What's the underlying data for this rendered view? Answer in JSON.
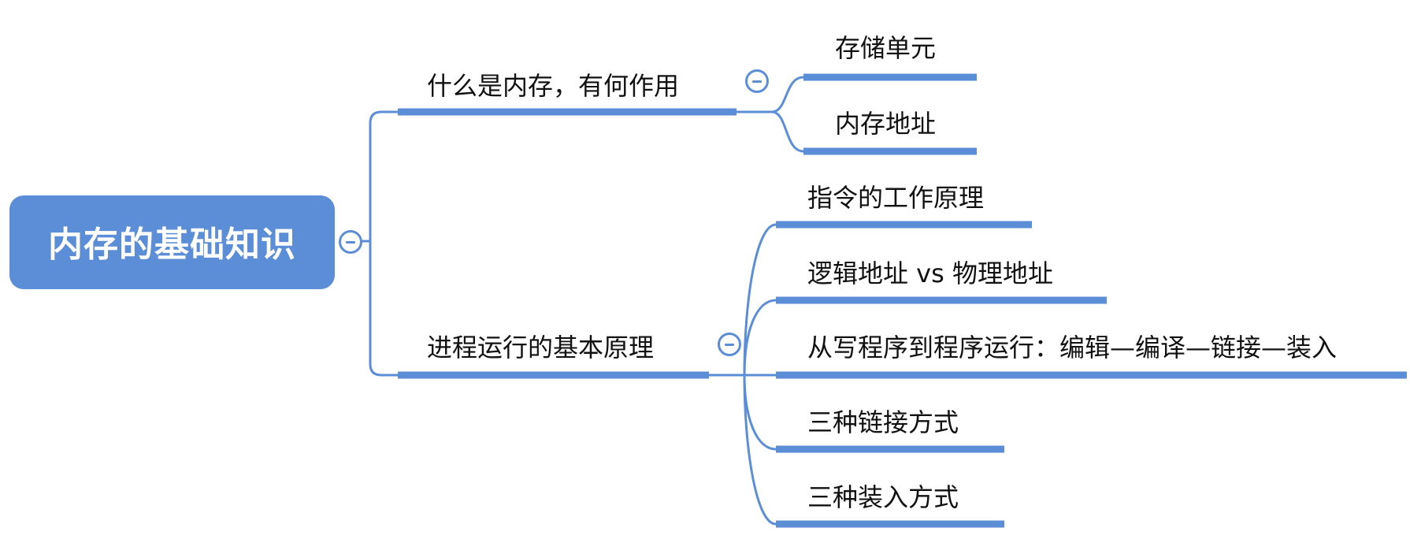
{
  "root": {
    "label": "内存的基础知识"
  },
  "branches": [
    {
      "label": "什么是内存，有何作用",
      "children": [
        {
          "label": "存储单元"
        },
        {
          "label": "内存地址"
        }
      ]
    },
    {
      "label": "进程运行的基本原理",
      "children": [
        {
          "label": "指令的工作原理"
        },
        {
          "label": "逻辑地址 vs 物理地址"
        },
        {
          "label": "从写程序到程序运行：编辑—编译—链接—装入"
        },
        {
          "label": "三种链接方式"
        },
        {
          "label": "三种装入方式"
        }
      ]
    }
  ],
  "colors": {
    "line": "#5b8ed6",
    "root_fill": "#5b8ed6",
    "root_text": "#ffffff",
    "text": "#111111"
  },
  "icons": {
    "collapse": "collapse-minus-icon"
  }
}
